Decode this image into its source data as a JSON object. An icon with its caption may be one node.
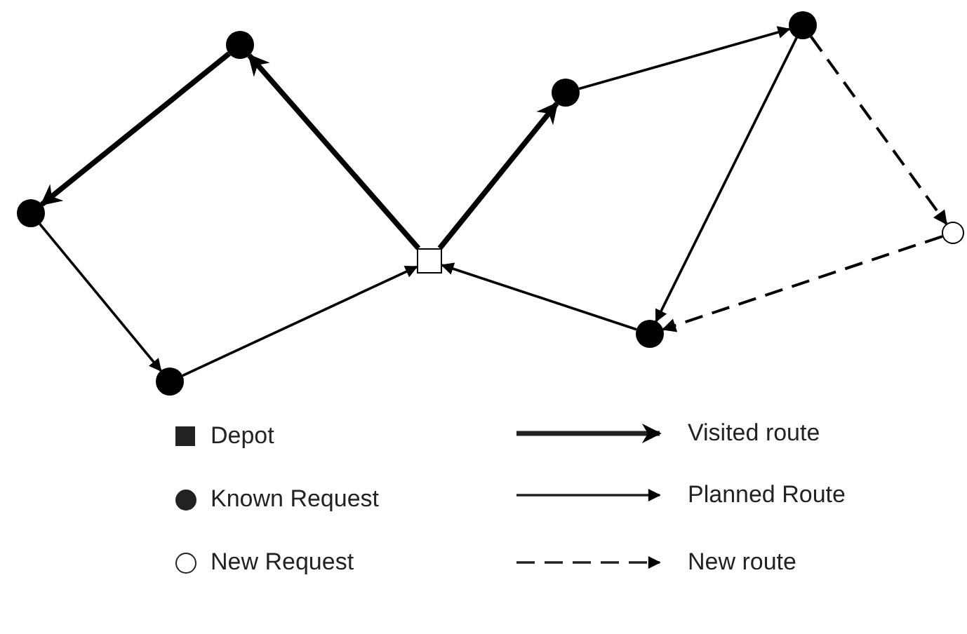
{
  "diagram": {
    "nodes": [
      {
        "text": [],
        "shape": "box"
      },
      {
        "text": [],
        "shape": "circle"
      },
      {
        "text": [],
        "shape": "circle"
      },
      {
        "text": [],
        "shape": "circle"
      },
      {
        "text": [],
        "shape": "circle"
      },
      {
        "text": [],
        "shape": "circle"
      },
      {
        "text": [],
        "shape": "circle"
      },
      {
        "text": [],
        "shape": "circle"
      }
    ],
    "edges": [
      {
        "from": 0,
        "to": 1,
        "arrow": "to",
        "style": "thick"
      },
      {
        "from": 1,
        "to": 2,
        "arrow": "to",
        "style": "thick"
      },
      {
        "from": 2,
        "to": 3,
        "arrow": "to"
      },
      {
        "from": 3,
        "to": 0,
        "arrow": "to"
      },
      {
        "from": 0,
        "to": 4,
        "arrow": "to",
        "style": "thick"
      },
      {
        "from": 4,
        "to": 5,
        "arrow": "to"
      },
      {
        "from": 5,
        "to": 7,
        "arrow": "to"
      },
      {
        "from": 5,
        "to": 6,
        "arrow": "to",
        "style": "dashed"
      },
      {
        "from": 6,
        "to": 7,
        "arrow": "to",
        "style": "dashed"
      },
      {
        "from": 7,
        "to": 0,
        "arrow": "to"
      }
    ],
    "legend": [
      {
        "text": "Depot"
      },
      {
        "text": "Visited route"
      },
      {
        "text": "Known Request"
      },
      {
        "text": "Planned Route"
      },
      {
        "text": "New Request"
      },
      {
        "text": "New route"
      }
    ]
  }
}
